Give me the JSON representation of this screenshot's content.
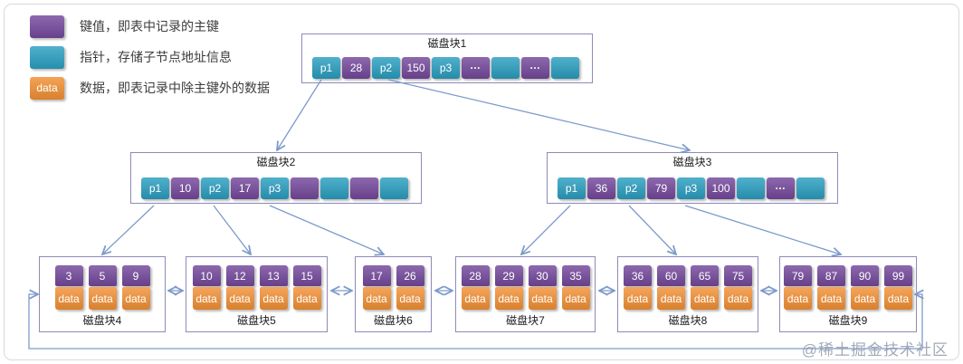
{
  "legend": {
    "items": [
      {
        "type": "key",
        "label": "键值，即表中记录的主键"
      },
      {
        "type": "pointer",
        "label": "指针，存储子节点地址信息"
      },
      {
        "type": "data",
        "swatch_text": "data",
        "label": "数据，即表记录中除主键外的数据"
      }
    ]
  },
  "internal_blocks": [
    {
      "title": "磁盘块1",
      "cells": [
        {
          "type": "pointer",
          "text": "p1"
        },
        {
          "type": "key",
          "text": "28"
        },
        {
          "type": "pointer",
          "text": "p2"
        },
        {
          "type": "key",
          "text": "150"
        },
        {
          "type": "pointer",
          "text": "p3"
        },
        {
          "type": "key",
          "text": "…"
        },
        {
          "type": "pointer",
          "text": ""
        },
        {
          "type": "key",
          "text": "…"
        },
        {
          "type": "pointer",
          "text": ""
        }
      ]
    },
    {
      "title": "磁盘块2",
      "cells": [
        {
          "type": "pointer",
          "text": "p1"
        },
        {
          "type": "key",
          "text": "10"
        },
        {
          "type": "pointer",
          "text": "p2"
        },
        {
          "type": "key",
          "text": "17"
        },
        {
          "type": "pointer",
          "text": "p3"
        },
        {
          "type": "key",
          "text": ""
        },
        {
          "type": "pointer",
          "text": ""
        },
        {
          "type": "key",
          "text": ""
        },
        {
          "type": "pointer",
          "text": ""
        }
      ]
    },
    {
      "title": "磁盘块3",
      "cells": [
        {
          "type": "pointer",
          "text": "p1"
        },
        {
          "type": "key",
          "text": "36"
        },
        {
          "type": "pointer",
          "text": "p2"
        },
        {
          "type": "key",
          "text": "79"
        },
        {
          "type": "pointer",
          "text": "p3"
        },
        {
          "type": "key",
          "text": "100"
        },
        {
          "type": "pointer",
          "text": ""
        },
        {
          "type": "key",
          "text": "…"
        },
        {
          "type": "pointer",
          "text": ""
        }
      ]
    }
  ],
  "leaf_blocks": [
    {
      "title": "磁盘块4",
      "keys": [
        "3",
        "5",
        "9"
      ],
      "data_label": "data"
    },
    {
      "title": "磁盘块5",
      "keys": [
        "10",
        "12",
        "13",
        "15"
      ],
      "data_label": "data"
    },
    {
      "title": "磁盘块6",
      "keys": [
        "17",
        "26"
      ],
      "data_label": "data"
    },
    {
      "title": "磁盘块7",
      "keys": [
        "28",
        "29",
        "30",
        "35"
      ],
      "data_label": "data"
    },
    {
      "title": "磁盘块8",
      "keys": [
        "36",
        "60",
        "65",
        "75"
      ],
      "data_label": "data"
    },
    {
      "title": "磁盘块9",
      "keys": [
        "79",
        "87",
        "90",
        "99"
      ],
      "data_label": "data"
    }
  ],
  "colors": {
    "key": "#74489c",
    "pointer": "#2a9fc1",
    "data": "#f18f33",
    "arrow": "#7d9aca",
    "block_border": "#8f8ab8"
  },
  "watermark": "@稀土掘金技术社区"
}
